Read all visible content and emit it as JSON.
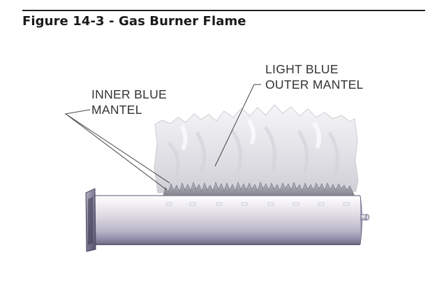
{
  "figure": {
    "title": "Figure 14-3 - Gas Burner Flame"
  },
  "labels": {
    "inner_line1": "INNER BLUE",
    "inner_line2": "MANTEL",
    "outer_line1": "LIGHT BLUE",
    "outer_line2": "OUTER MANTEL"
  },
  "colors": {
    "rule": "#222222",
    "title": "#1a1a1a",
    "label_text": "#333333",
    "leader_line": "#444444",
    "outer_mantel_fill": "#e6e6ea",
    "inner_mantel_fill": "#9a9aa2",
    "tube_light": "#f2f0f4",
    "tube_dark": "#8e8aa6",
    "tube_rim": "#5c5870"
  }
}
